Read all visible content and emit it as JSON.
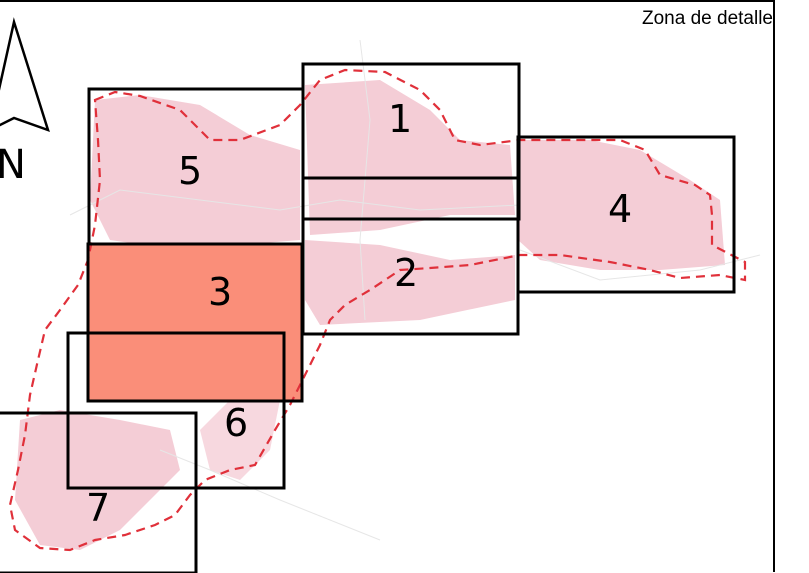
{
  "map": {
    "title": "Zona de detalle",
    "north_label": "N",
    "highlight_color": "#fa8e79",
    "boundary_color": "#e0303a",
    "urban_color": "#f3c4cf",
    "zones": [
      {
        "id": "1",
        "label": "1",
        "highlighted": false
      },
      {
        "id": "2",
        "label": "2",
        "highlighted": false
      },
      {
        "id": "3",
        "label": "3",
        "highlighted": true
      },
      {
        "id": "4",
        "label": "4",
        "highlighted": false
      },
      {
        "id": "5",
        "label": "5",
        "highlighted": false
      },
      {
        "id": "6",
        "label": "6",
        "highlighted": false
      },
      {
        "id": "7",
        "label": "7",
        "highlighted": false
      }
    ]
  }
}
